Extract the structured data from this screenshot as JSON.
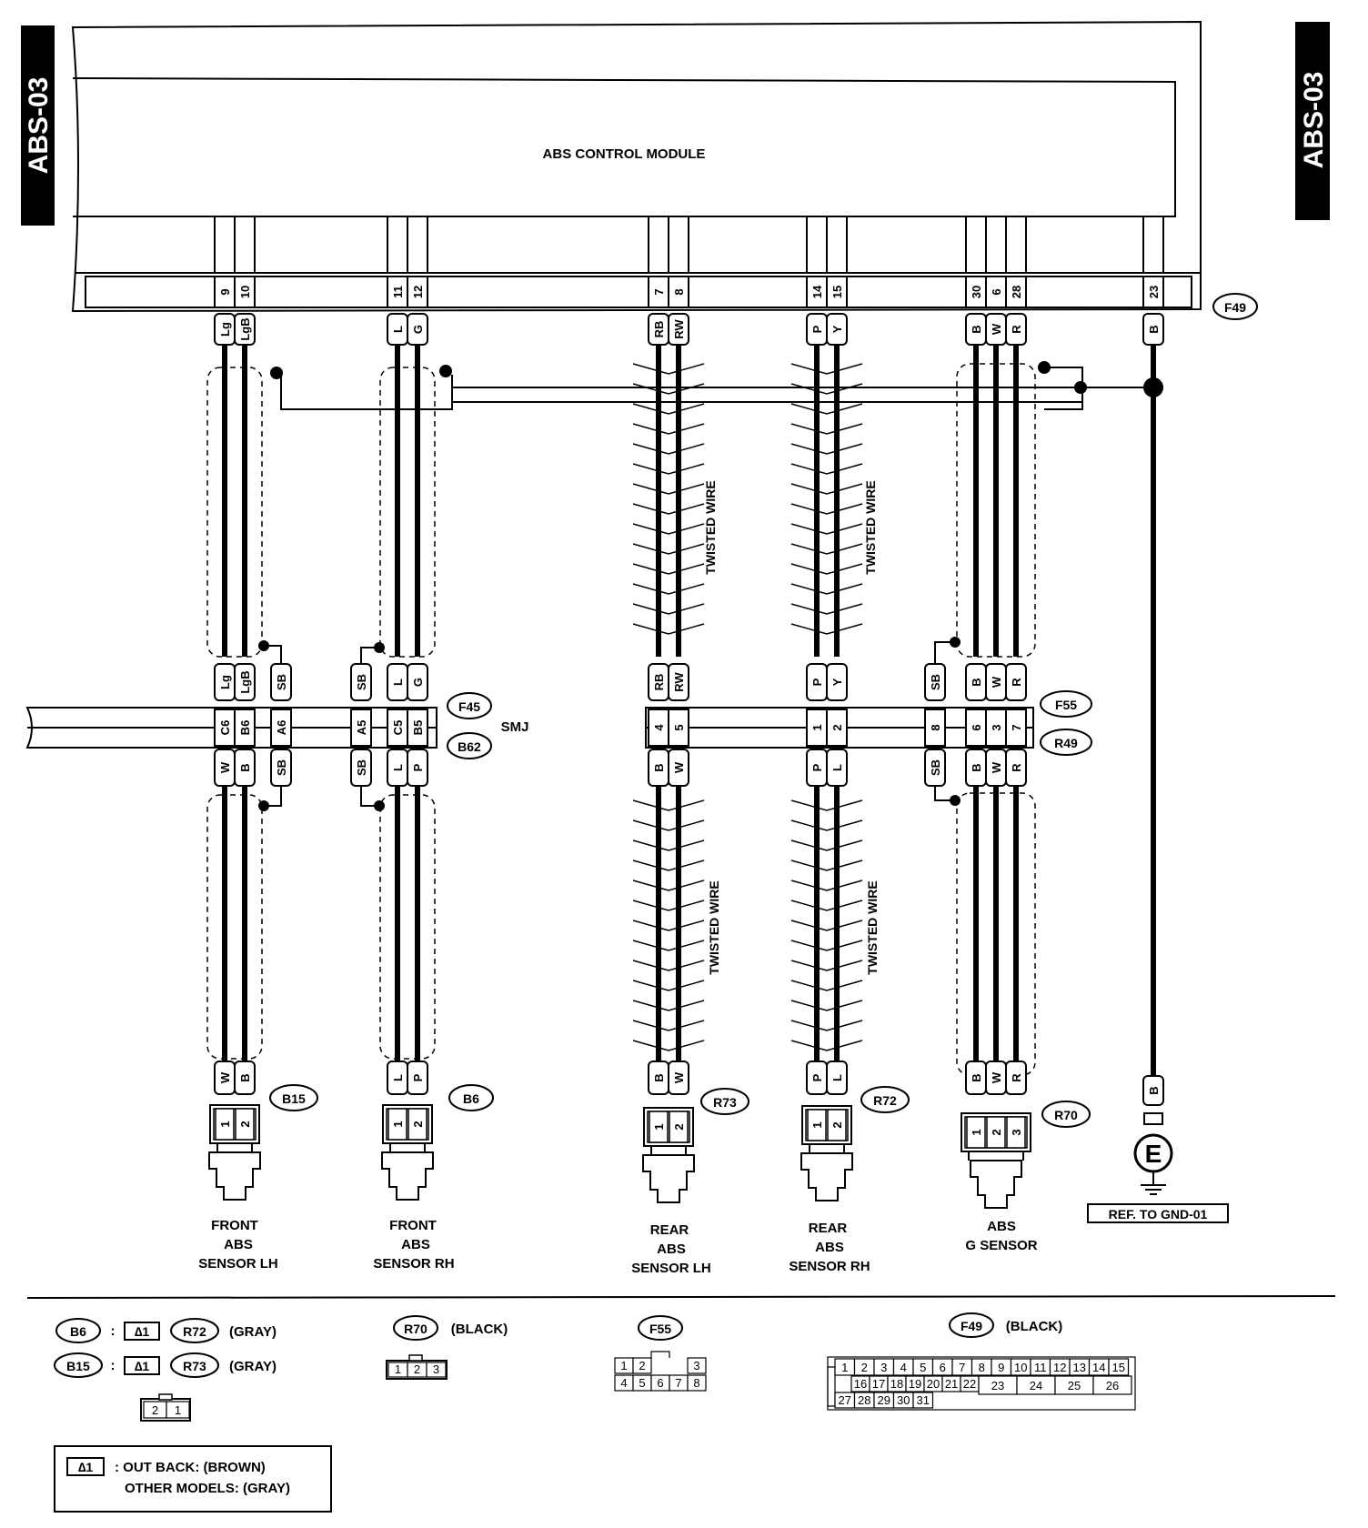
{
  "page_tag": "ABS-03",
  "module_label": "ABS CONTROL MODULE",
  "connectors": {
    "f49": "F49",
    "f45": "F45",
    "b62": "B62",
    "smj": "SMJ",
    "f55": "F55",
    "r49": "R49",
    "b15": "B15",
    "b6": "B6",
    "r73": "R73",
    "r72": "R72",
    "r70": "R70"
  },
  "pins_top": [
    "9",
    "10",
    "11",
    "12",
    "7",
    "8",
    "14",
    "15",
    "30",
    "6",
    "28",
    "23"
  ],
  "wires_top": [
    "Lg",
    "LgB",
    "L",
    "G",
    "RB",
    "RW",
    "P",
    "Y",
    "B",
    "W",
    "R",
    "B"
  ],
  "smj_upper_wires": [
    "Lg",
    "LgB",
    "SB",
    "SB",
    "L",
    "G"
  ],
  "smj_upper_pins": [
    "C6",
    "B6",
    "A6",
    "A5",
    "C5",
    "B5"
  ],
  "smj_lower_wires": [
    "W",
    "B",
    "SB",
    "SB",
    "L",
    "P"
  ],
  "f55_upper_wires": [
    "RB",
    "RW",
    "P",
    "Y",
    "SB",
    "B",
    "W",
    "R"
  ],
  "f55_pins": [
    "4",
    "5",
    "1",
    "2",
    "8",
    "6",
    "3",
    "7"
  ],
  "r49_lower_wires": [
    "B",
    "W",
    "P",
    "L",
    "SB",
    "B",
    "W",
    "R"
  ],
  "sensor_wires": [
    "W",
    "B",
    "L",
    "P",
    "B",
    "W",
    "P",
    "L",
    "B",
    "W",
    "R",
    "B"
  ],
  "sensor_pins": [
    "1",
    "2",
    "1",
    "2",
    "1",
    "2",
    "1",
    "2",
    "1",
    "2",
    "3"
  ],
  "twisted_wire": "TWISTED WIRE",
  "ground_symbol": "E",
  "ground_ref": "REF. TO GND-01",
  "sensors": {
    "front_lh": [
      "FRONT",
      "ABS",
      "SENSOR LH"
    ],
    "front_rh": [
      "FRONT",
      "ABS",
      "SENSOR RH"
    ],
    "rear_lh": [
      "REAR",
      "ABS",
      "SENSOR LH"
    ],
    "rear_rh": [
      "REAR",
      "ABS",
      "SENSOR RH"
    ],
    "g_sensor": [
      "ABS",
      "G SENSOR"
    ]
  },
  "legend": {
    "b6_label": "B6",
    "b15_label": "B15",
    "star": "∆1",
    "colon": ":",
    "r72_label": "R72",
    "r73_label": "R73",
    "gray": "(GRAY)",
    "r70_label": "R70",
    "black": "(BLACK)",
    "f55_label": "F55",
    "f49_label": "F49",
    "r70_pins": [
      "1",
      "2",
      "3"
    ],
    "small_pins": [
      "2",
      "1"
    ],
    "f55_pins_row1": [
      "1",
      "2",
      "3"
    ],
    "f55_pins_row2": [
      "4",
      "5",
      "6",
      "7",
      "8"
    ],
    "f49_row1": [
      "1",
      "2",
      "3",
      "4",
      "5",
      "6",
      "7",
      "8",
      "9",
      "10",
      "11",
      "12",
      "13",
      "14",
      "15"
    ],
    "f49_row2": [
      "16",
      "17",
      "18",
      "19",
      "20",
      "21",
      "22"
    ],
    "f49_row3": [
      "27",
      "28",
      "29",
      "30",
      "31"
    ],
    "f49_big": [
      "23",
      "24",
      "25",
      "26"
    ],
    "note_star": "∆1",
    "note_line1": ": OUT BACK: (BROWN)",
    "note_line2": "OTHER MODELS: (GRAY)"
  }
}
